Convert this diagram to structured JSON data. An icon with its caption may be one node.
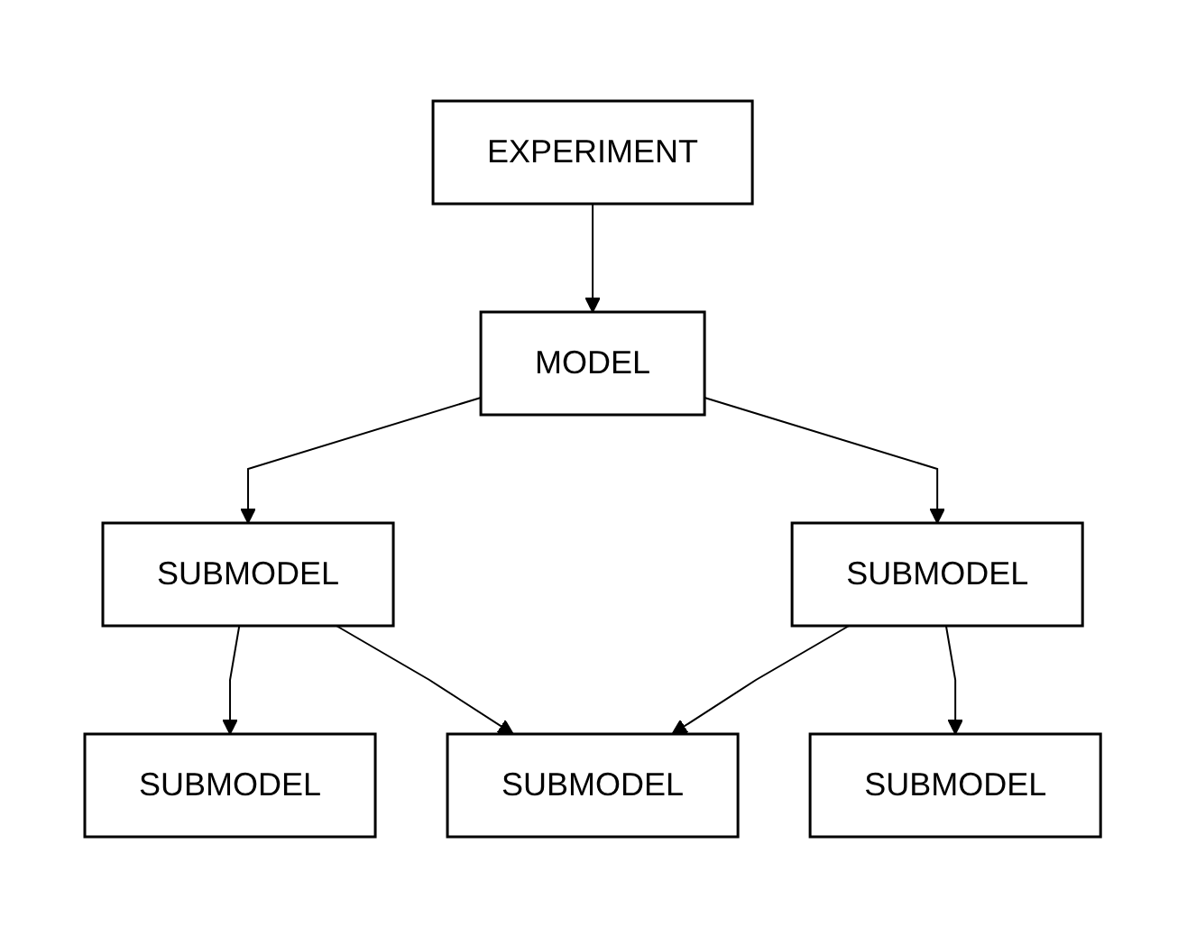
{
  "diagram": {
    "nodes": [
      {
        "text": [
          "EXPERIMENT"
        ]
      },
      {
        "text": [
          "MODEL"
        ]
      },
      {
        "text": [
          "SUBMODEL"
        ]
      },
      {
        "text": [
          "SUBMODEL"
        ]
      },
      {
        "text": [
          "SUBMODEL"
        ]
      },
      {
        "text": [
          "SUBMODEL"
        ]
      },
      {
        "text": [
          "SUBMODEL"
        ]
      }
    ],
    "edges": [
      {
        "from": 0,
        "to": 1,
        "arrow": "to"
      },
      {
        "from": 1,
        "to": 2,
        "arrow": "to"
      },
      {
        "from": 1,
        "to": 3,
        "arrow": "to"
      },
      {
        "from": 2,
        "to": 4,
        "arrow": "to"
      },
      {
        "from": 2,
        "to": 5,
        "arrow": "to"
      },
      {
        "from": 3,
        "to": 5,
        "arrow": "to"
      },
      {
        "from": 3,
        "to": 6,
        "arrow": "to"
      }
    ]
  }
}
